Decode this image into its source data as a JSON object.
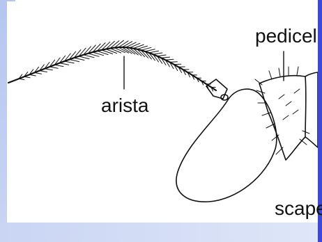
{
  "labels": {
    "arista": "arista",
    "pedicel": "pedicel",
    "scape": "scape"
  },
  "colors": {
    "frame_left": "#b5c6ef",
    "frame_right": "#3b48d9",
    "ink": "#111111"
  }
}
